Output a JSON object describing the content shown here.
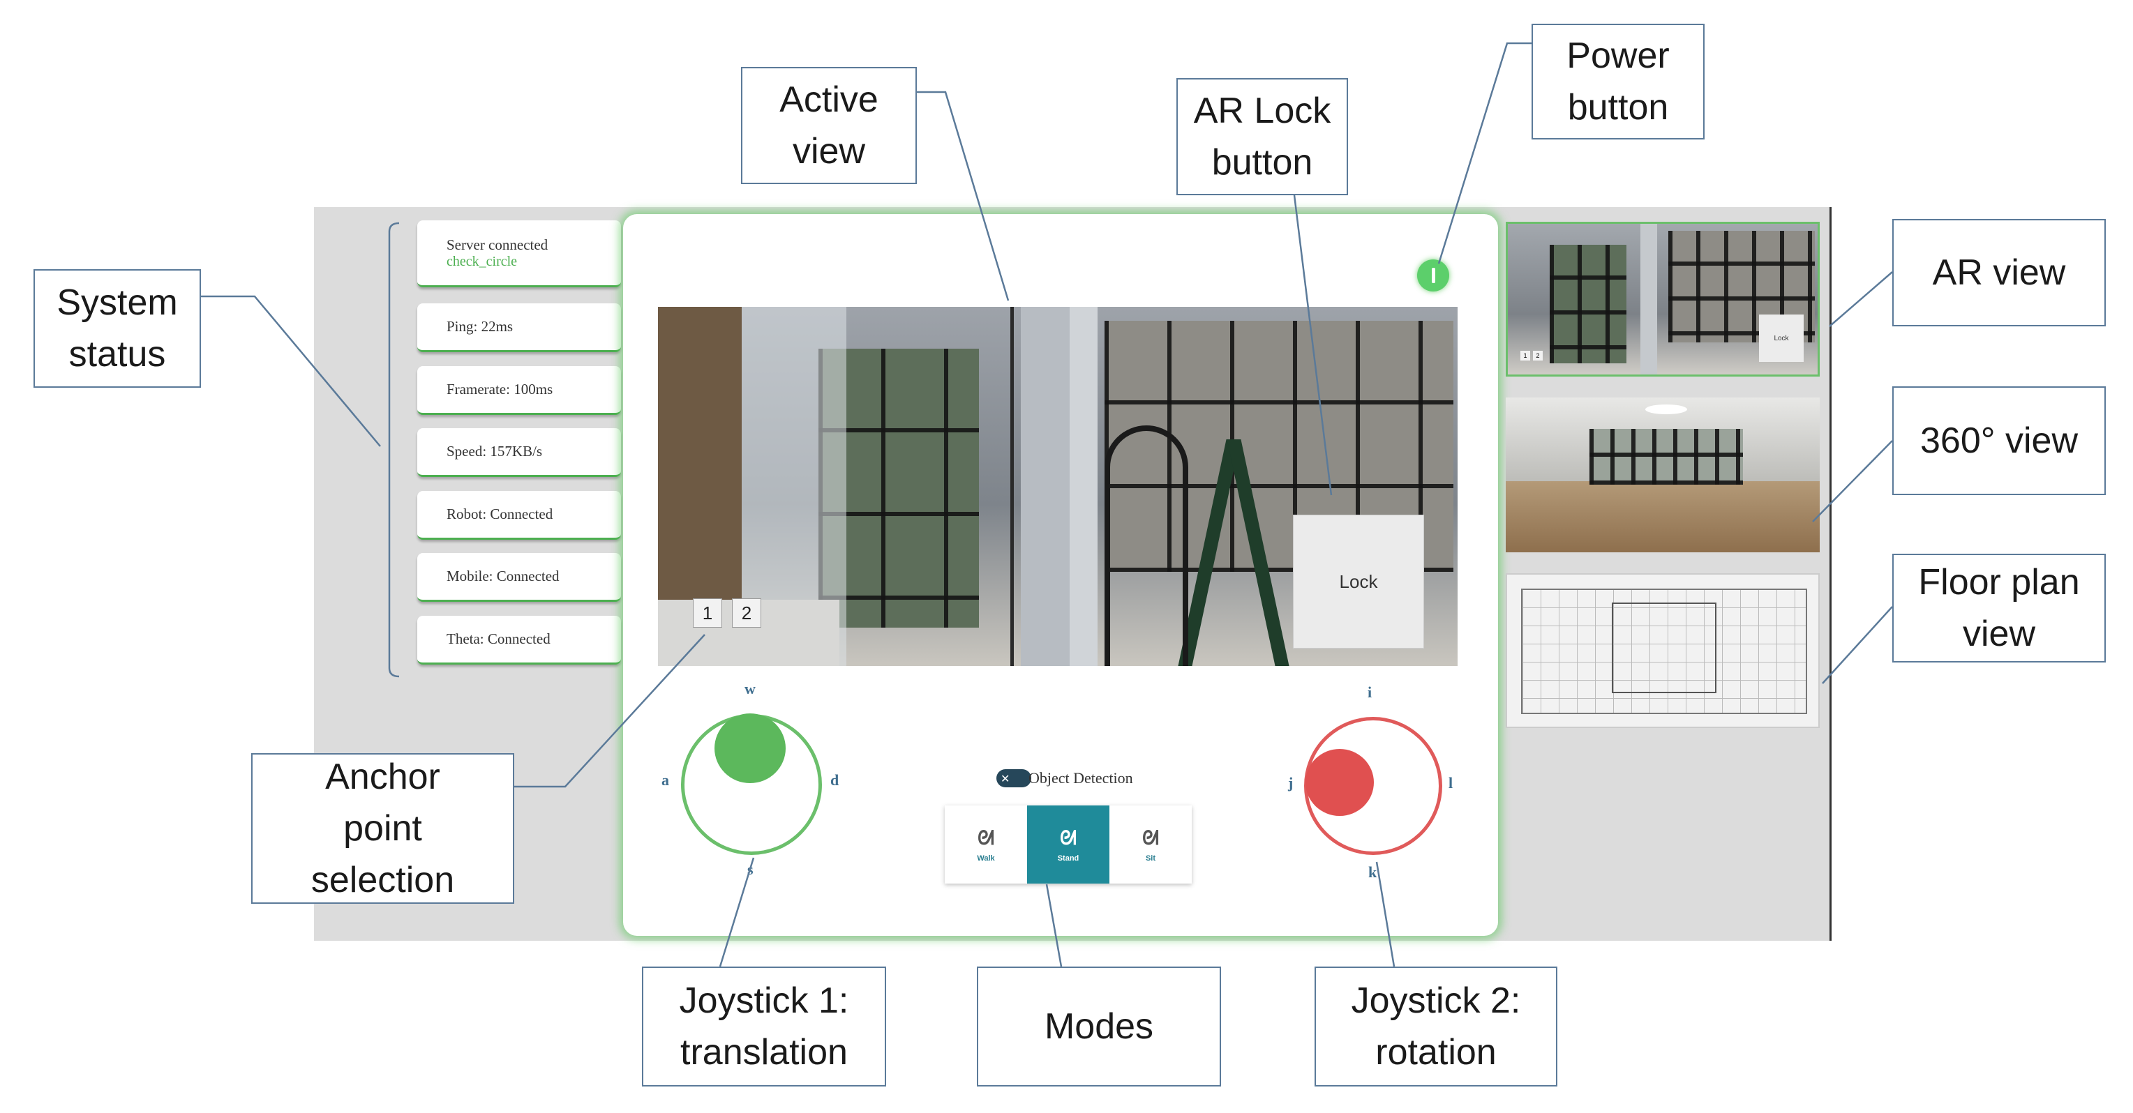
{
  "callouts": {
    "active_view": "Active\nview",
    "ar_lock_button": "AR Lock\nbutton",
    "power_button": "Power\nbutton",
    "system_status": "System\nstatus",
    "ar_view": "AR view",
    "view_360": "360° view",
    "floor_plan_view": "Floor plan\nview",
    "anchor_point_selection": "Anchor\npoint\nselection",
    "joystick_1": "Joystick 1:\ntranslation",
    "modes": "Modes",
    "joystick_2": "Joystick 2:\nrotation"
  },
  "status": {
    "server": "Server connected",
    "server_icon_text": "check_circle",
    "ping": "Ping: 22ms",
    "framerate": "Framerate: 100ms",
    "speed": "Speed: 157KB/s",
    "robot": "Robot: Connected",
    "mobile": "Mobile: Connected",
    "theta": "Theta: Connected"
  },
  "active_view": {
    "lock_label": "Lock",
    "anchor_1": "1",
    "anchor_2": "2"
  },
  "ar_thumbnail": {
    "lock_label": "Lock",
    "anchor_1": "1",
    "anchor_2": "2"
  },
  "joystick_translation": {
    "up": "w",
    "left": "a",
    "right": "d",
    "down": "s",
    "color": "#5cb85c"
  },
  "joystick_rotation": {
    "up": "i",
    "left": "j",
    "right": "l",
    "down": "k",
    "color": "#e05050"
  },
  "object_detection": {
    "label": "Object Detection",
    "toggle_icon": "✕"
  },
  "modes": [
    {
      "label": "Walk",
      "icon": "walk-icon",
      "active": false
    },
    {
      "label": "Stand",
      "icon": "dog-stand-icon",
      "active": true
    },
    {
      "label": "Sit",
      "icon": "dog-sit-icon",
      "active": false
    }
  ],
  "colors": {
    "accent_green": "#5ccf6b",
    "mode_active": "#1f8b9a",
    "callout_border": "#5b7a99"
  }
}
